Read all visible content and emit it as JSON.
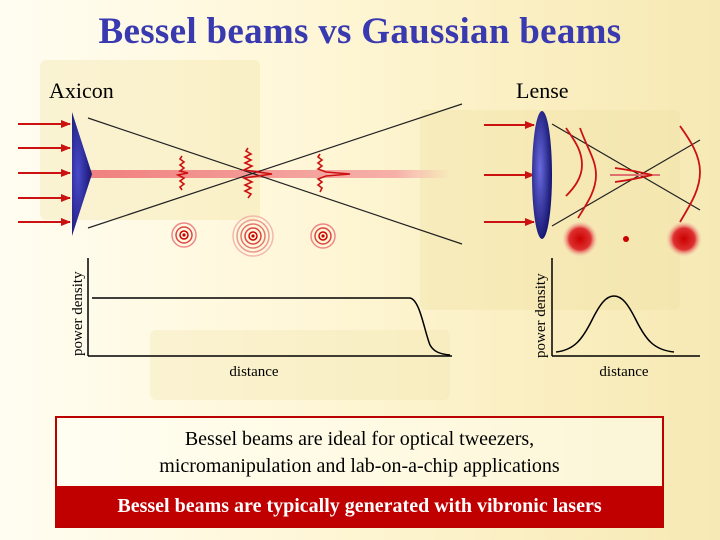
{
  "title": "Bessel beams vs Gaussian beams",
  "left_panel": {
    "label": "Axicon",
    "ylabel": "power density",
    "xlabel": "distance"
  },
  "right_panel": {
    "label": "Lense",
    "ylabel": "power density",
    "xlabel": "distance"
  },
  "note": {
    "line1": "Bessel beams are ideal for optical tweezers,",
    "line2": "micromanipulation and lab-on-a-chip applications",
    "banner": "Bessel beams are typically generated with vibronic lasers"
  },
  "colors": {
    "title": "#3a3ab0",
    "arrow": "#cc1111",
    "optic": "#1a1a8a",
    "banner": "#c00000"
  }
}
